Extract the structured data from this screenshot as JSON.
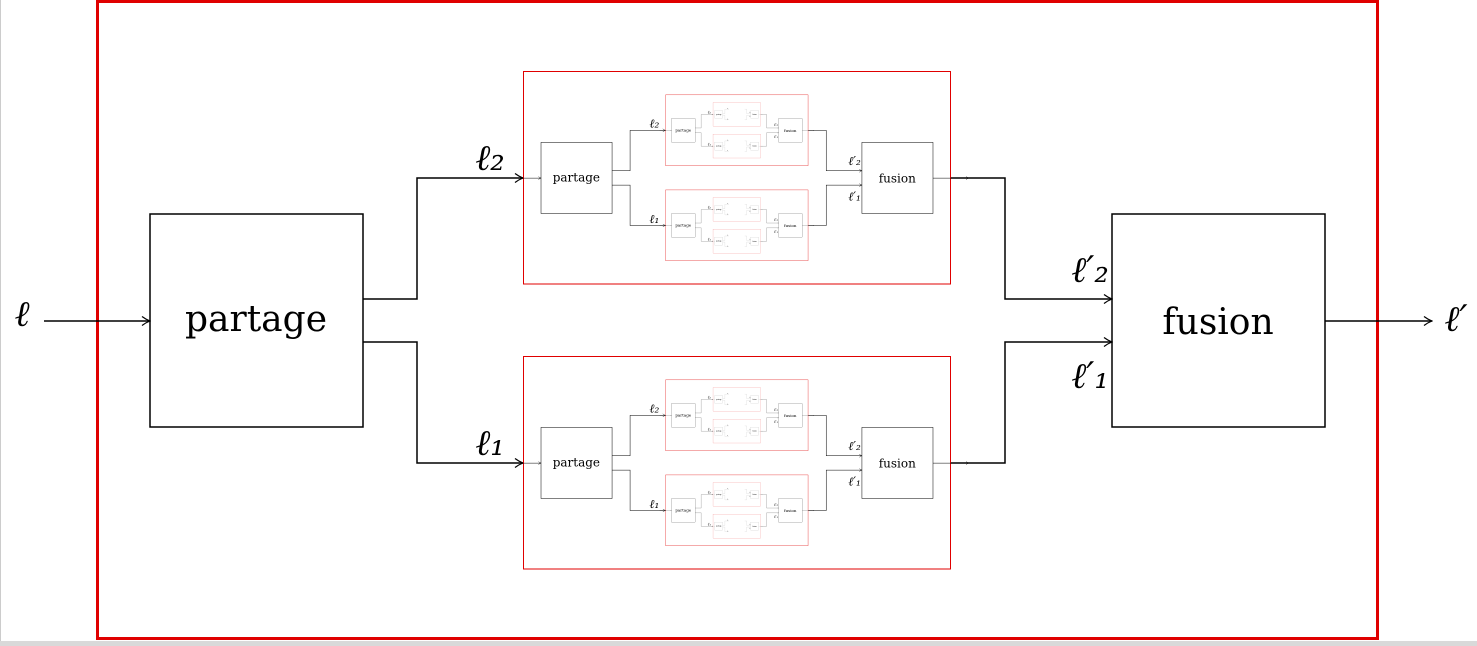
{
  "diagram": {
    "input_label": "ℓ",
    "output_label": "ℓ′",
    "split_label": "partage",
    "merge_label": "fusion",
    "branch_top_in": "ℓ₂",
    "branch_bottom_in": "ℓ₁",
    "branch_top_out": "ℓ′₂",
    "branch_bottom_out": "ℓ′₁"
  },
  "colors": {
    "frame": "#e00000",
    "line": "#000000",
    "background": "#ffffff"
  }
}
